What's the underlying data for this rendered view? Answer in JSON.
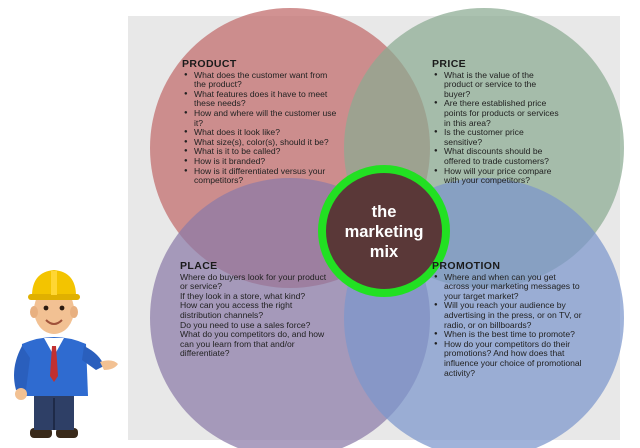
{
  "center": {
    "lines": [
      "the",
      "marketing",
      "mix"
    ]
  },
  "colors": {
    "product": "#c47373",
    "price": "#8aab92",
    "place": "#8a7aa8",
    "promotion": "#7b95cc",
    "center_fill": "#5a3838",
    "center_ring": "#22e022"
  },
  "quadrants": {
    "product": {
      "title": "PRODUCT",
      "items": [
        "What does the customer want from the product?",
        "What features does it have to meet these needs?",
        "How and where will the customer use it?",
        "What does it look like?",
        "What size(s), color(s), should it be?",
        "What is it to be called?",
        "How is it branded?",
        "How is it differentiated versus your competitors?"
      ]
    },
    "price": {
      "title": "PRICE",
      "items": [
        "What is the value of the product or service to the buyer?",
        "Are there established price points for products or services in this area?",
        "Is the customer price sensitive?",
        "What discounts should be offered to trade customers?",
        "How will your price compare with your competitors?"
      ]
    },
    "place": {
      "title": "PLACE",
      "lines": [
        "Where do buyers look for your product or service?",
        "If they look in a store, what kind?",
        "How can you access the right distribution channels?",
        "Do you need to use a sales force?",
        "What do you competitors do, and how can you learn from that and/or differentiate?"
      ]
    },
    "promotion": {
      "title": "PROMOTION",
      "items": [
        "Where and when can you get across your marketing messages to your target market?",
        "Will you reach your audience by advertising in the press, or on TV, or radio, or on billboards?",
        "When is the best time to promote?",
        "How do your competitors do their promotions? And how does that influence your choice of promotional activity?"
      ]
    }
  }
}
